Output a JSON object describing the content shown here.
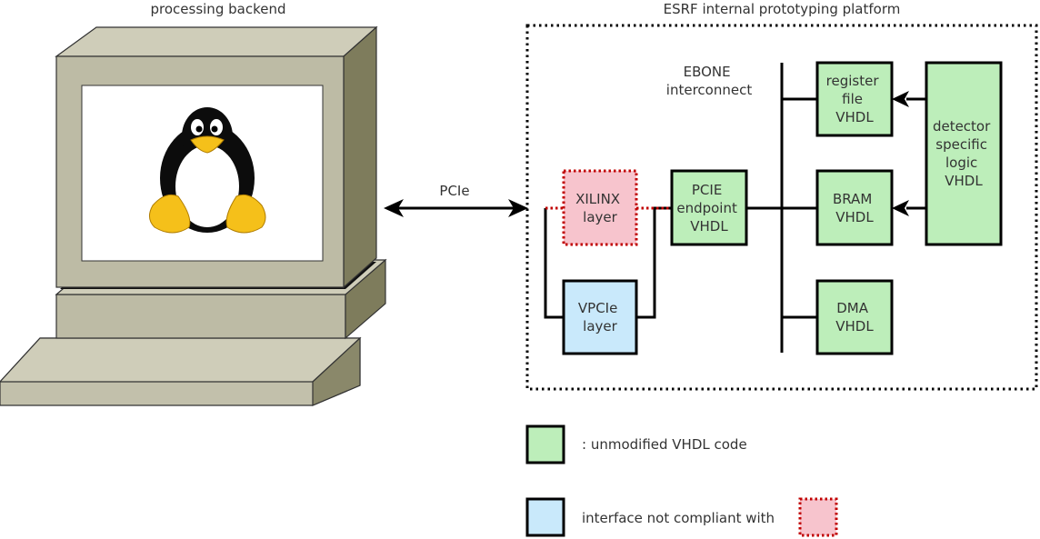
{
  "computer": {
    "title": "processing backend"
  },
  "link": {
    "label": "PCIe"
  },
  "platform": {
    "title": "ESRF internal prototyping platform",
    "interconnect_label": [
      "EBONE",
      "interconnect"
    ]
  },
  "blocks": {
    "xilinx": {
      "lines": [
        "XILINX",
        "layer"
      ],
      "kind": "vendor"
    },
    "vpcie": {
      "lines": [
        "VPCIe",
        "layer"
      ],
      "kind": "non-compliant"
    },
    "pcie_endpoint": {
      "lines": [
        "PCIE",
        "endpoint",
        "VHDL"
      ],
      "kind": "unmodified"
    },
    "register_file": {
      "lines": [
        "register",
        "file",
        "VHDL"
      ],
      "kind": "unmodified"
    },
    "bram": {
      "lines": [
        "BRAM",
        "VHDL"
      ],
      "kind": "unmodified"
    },
    "dma": {
      "lines": [
        "DMA",
        "VHDL"
      ],
      "kind": "unmodified"
    },
    "detector_logic": {
      "lines": [
        "detector",
        "specific",
        "logic",
        "VHDL"
      ],
      "kind": "unmodified"
    }
  },
  "legend": {
    "unmodified": ": unmodified VHDL code",
    "non_compliant": "interface not compliant with"
  },
  "colors": {
    "green": "#bdeeba",
    "blue": "#c9e9fb",
    "pink": "#f7c4cd",
    "red_dots": "#c00000",
    "monitor_face": "#bdbba5",
    "monitor_side": "#7e7c5c",
    "monitor_top": "#cfcdb9",
    "penguin_yellow": "#f5c01a"
  }
}
